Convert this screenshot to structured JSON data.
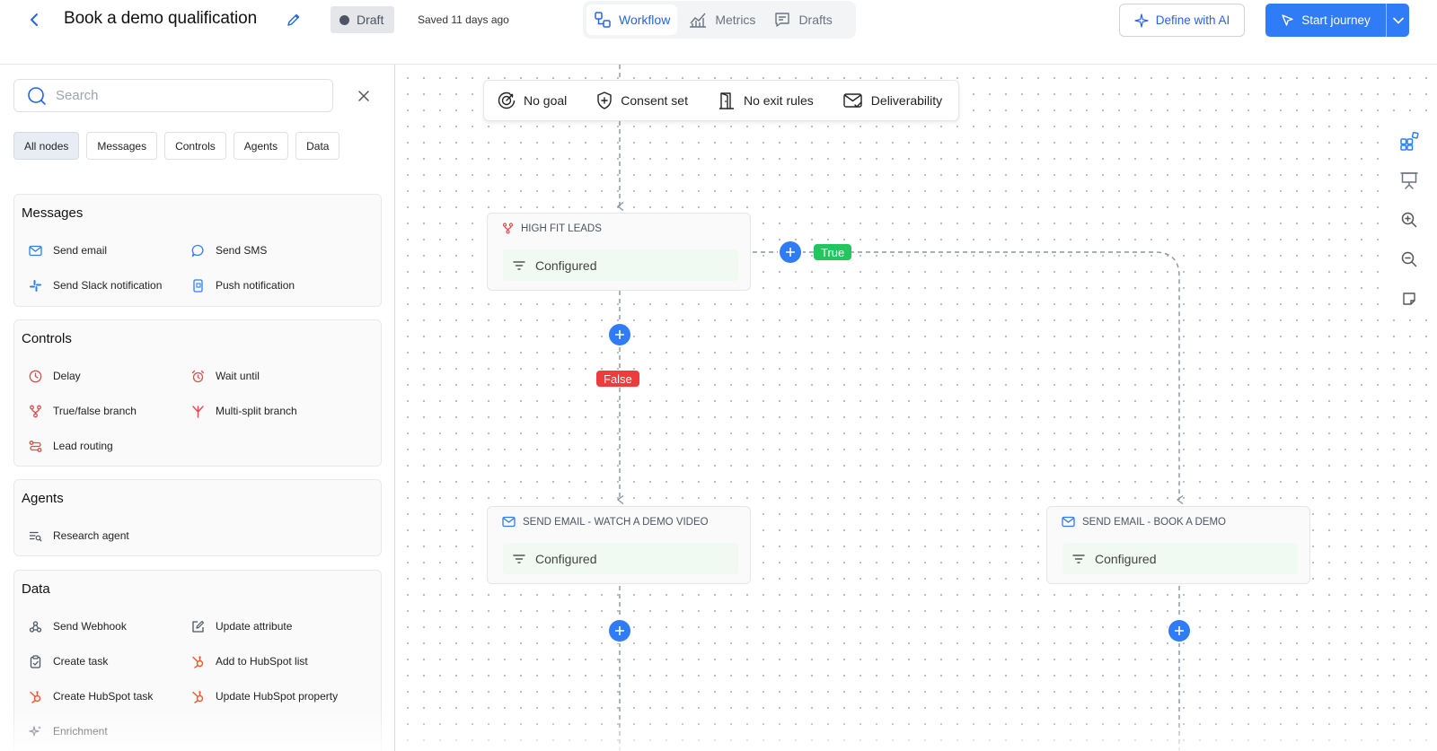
{
  "header": {
    "title": "Book a demo qualification",
    "status_badge": "Draft",
    "saved_text": "Saved 11 days ago",
    "tabs": [
      {
        "label": "Workflow",
        "icon": "workflow-icon",
        "active": true
      },
      {
        "label": "Metrics",
        "icon": "metrics-icon",
        "active": false
      },
      {
        "label": "Drafts",
        "icon": "drafts-icon",
        "active": false
      }
    ],
    "ai_button": "Define with AI",
    "start_button": "Start journey"
  },
  "sidebar": {
    "search_placeholder": "Search",
    "filters": [
      "All nodes",
      "Messages",
      "Controls",
      "Agents",
      "Data"
    ],
    "sections": {
      "messages": {
        "title": "Messages",
        "items": [
          "Send email",
          "Send SMS",
          "Send Slack notification",
          "Push notification"
        ]
      },
      "controls": {
        "title": "Controls",
        "items": [
          "Delay",
          "Wait until",
          "True/false branch",
          "Multi-split branch",
          "Lead routing"
        ]
      },
      "agents": {
        "title": "Agents",
        "items": [
          "Research agent"
        ]
      },
      "data": {
        "title": "Data",
        "items": [
          "Send Webhook",
          "Update attribute",
          "Create task",
          "Add to HubSpot list",
          "Create HubSpot task",
          "Update HubSpot property",
          "Enrichment"
        ]
      }
    }
  },
  "canvas": {
    "status_bar": [
      "No goal",
      "Consent set",
      "No exit rules",
      "Deliverability"
    ],
    "nodes": [
      {
        "title": "HIGH FIT LEADS",
        "status": "Configured"
      },
      {
        "title": "SEND EMAIL - WATCH A DEMO VIDEO",
        "status": "Configured"
      },
      {
        "title": "SEND EMAIL - BOOK A DEMO",
        "status": "Configured"
      }
    ],
    "branch_true": "True",
    "branch_false": "False"
  },
  "colors": {
    "accent": "#2f7cf6",
    "true": "#22c55e",
    "false": "#ef3b3b",
    "hubspot": "#f05a38",
    "control_red": "#e5484d",
    "configured_bg": "#f0f9f2"
  }
}
